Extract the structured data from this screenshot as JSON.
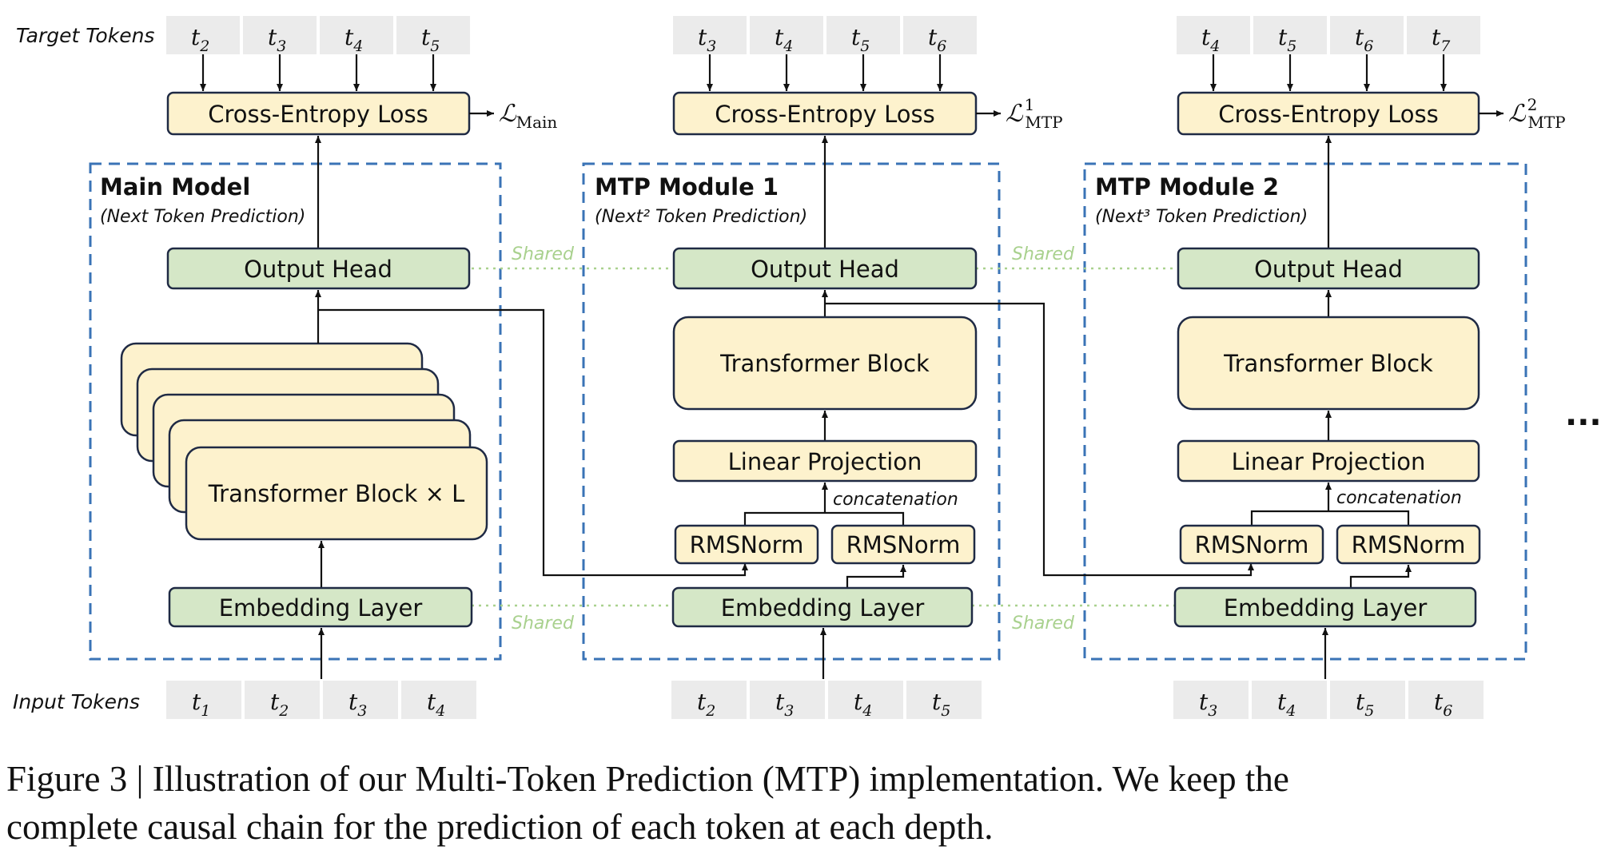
{
  "row_labels": {
    "target": "Target Tokens",
    "input": "Input Tokens"
  },
  "token_letter": "t",
  "loss_symbol": "ℒ",
  "modules": [
    {
      "title": "Main Model",
      "subtitle": "(Next Token Prediction)",
      "target_tokens": [
        "2",
        "3",
        "4",
        "5"
      ],
      "input_tokens": [
        "1",
        "2",
        "3",
        "4"
      ],
      "loss_label": "Cross-Entropy Loss",
      "loss_subscript": "Main",
      "loss_superscript": "",
      "output_head": "Output Head",
      "transformer": "Transformer Block × L",
      "embedding": "Embedding Layer"
    },
    {
      "title": "MTP Module 1",
      "subtitle": "(Next² Token Prediction)",
      "target_tokens": [
        "3",
        "4",
        "5",
        "6"
      ],
      "input_tokens": [
        "2",
        "3",
        "4",
        "5"
      ],
      "loss_label": "Cross-Entropy Loss",
      "loss_subscript": "MTP",
      "loss_superscript": "1",
      "output_head": "Output Head",
      "transformer": "Transformer Block",
      "linear": "Linear Projection",
      "concat": "concatenation",
      "rmsnorm_left": "RMSNorm",
      "rmsnorm_right": "RMSNorm",
      "embedding": "Embedding Layer"
    },
    {
      "title": "MTP Module 2",
      "subtitle": "(Next³ Token Prediction)",
      "target_tokens": [
        "4",
        "5",
        "6",
        "7"
      ],
      "input_tokens": [
        "3",
        "4",
        "5",
        "6"
      ],
      "loss_label": "Cross-Entropy Loss",
      "loss_subscript": "MTP",
      "loss_superscript": "2",
      "output_head": "Output Head",
      "transformer": "Transformer Block",
      "linear": "Linear Projection",
      "concat": "concatenation",
      "rmsnorm_left": "RMSNorm",
      "rmsnorm_right": "RMSNorm",
      "embedding": "Embedding Layer"
    }
  ],
  "shared_label": "Shared",
  "ellipsis": "...",
  "caption": {
    "line1": "Figure 3 | Illustration of our Multi-Token Prediction (MTP) implementation.  We keep the",
    "line2": "complete causal chain for the prediction of each token at each depth."
  }
}
